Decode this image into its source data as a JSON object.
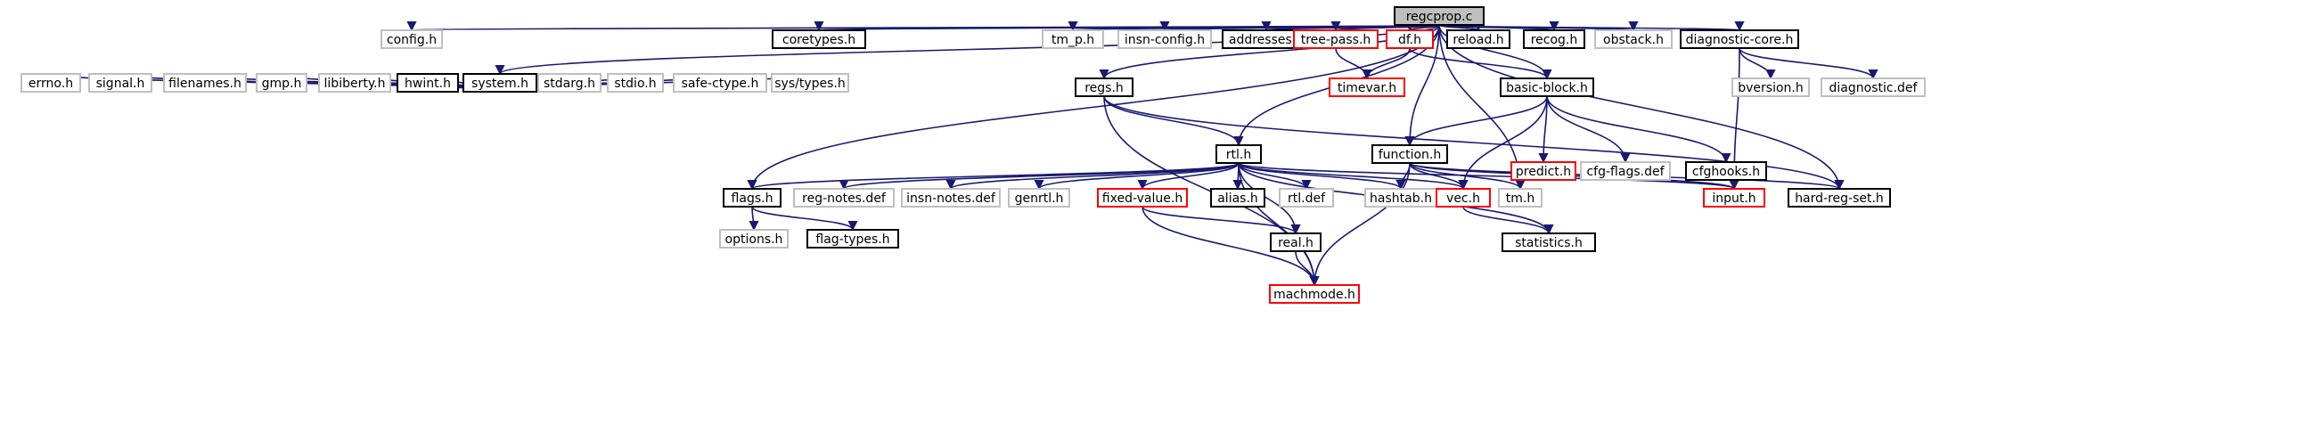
{
  "root": "regcprop.c",
  "nodes": {
    "regcprop_c": {
      "label": "regcprop.c",
      "style": "root"
    },
    "config_h": {
      "label": "config.h",
      "style": "gray"
    },
    "system_h": {
      "label": "system.h",
      "style": "black"
    },
    "coretypes_h": {
      "label": "coretypes.h",
      "style": "black"
    },
    "tm_p_h": {
      "label": "tm_p.h",
      "style": "gray"
    },
    "insn_config_h": {
      "label": "insn-config.h",
      "style": "gray"
    },
    "addresses_h": {
      "label": "addresses.h",
      "style": "black"
    },
    "tree_pass_h": {
      "label": "tree-pass.h",
      "style": "red"
    },
    "df_h": {
      "label": "df.h",
      "style": "red"
    },
    "reload_h": {
      "label": "reload.h",
      "style": "black"
    },
    "recog_h": {
      "label": "recog.h",
      "style": "black"
    },
    "obstack_h": {
      "label": "obstack.h",
      "style": "gray"
    },
    "diagnostic_core_h": {
      "label": "diagnostic-core.h",
      "style": "black"
    },
    "errno_h": {
      "label": "errno.h",
      "style": "gray"
    },
    "signal_h": {
      "label": "signal.h",
      "style": "gray"
    },
    "filenames_h": {
      "label": "filenames.h",
      "style": "gray"
    },
    "gmp_h": {
      "label": "gmp.h",
      "style": "gray"
    },
    "libiberty_h": {
      "label": "libiberty.h",
      "style": "gray"
    },
    "hwint_h": {
      "label": "hwint.h",
      "style": "black"
    },
    "stdarg_h": {
      "label": "stdarg.h",
      "style": "gray"
    },
    "stdio_h": {
      "label": "stdio.h",
      "style": "gray"
    },
    "safe_ctype_h": {
      "label": "safe-ctype.h",
      "style": "gray"
    },
    "sys_types_h": {
      "label": "sys/types.h",
      "style": "gray"
    },
    "regs_h": {
      "label": "regs.h",
      "style": "black"
    },
    "timevar_h": {
      "label": "timevar.h",
      "style": "red"
    },
    "basic_block_h": {
      "label": "basic-block.h",
      "style": "black"
    },
    "bversion_h": {
      "label": "bversion.h",
      "style": "gray"
    },
    "diagnostic_def": {
      "label": "diagnostic.def",
      "style": "gray"
    },
    "rtl_h": {
      "label": "rtl.h",
      "style": "black"
    },
    "function_h": {
      "label": "function.h",
      "style": "black"
    },
    "predict_h": {
      "label": "predict.h",
      "style": "red"
    },
    "cfg_flags_def": {
      "label": "cfg-flags.def",
      "style": "gray"
    },
    "cfghooks_h": {
      "label": "cfghooks.h",
      "style": "black"
    },
    "flags_h": {
      "label": "flags.h",
      "style": "black"
    },
    "reg_notes_def": {
      "label": "reg-notes.def",
      "style": "gray"
    },
    "insn_notes_def": {
      "label": "insn-notes.def",
      "style": "gray"
    },
    "genrtl_h": {
      "label": "genrtl.h",
      "style": "gray"
    },
    "fixed_value_h": {
      "label": "fixed-value.h",
      "style": "red"
    },
    "alias_h": {
      "label": "alias.h",
      "style": "black"
    },
    "rtl_def": {
      "label": "rtl.def",
      "style": "gray"
    },
    "hashtab_h": {
      "label": "hashtab.h",
      "style": "gray"
    },
    "vec_h": {
      "label": "vec.h",
      "style": "red"
    },
    "tm_h": {
      "label": "tm.h",
      "style": "gray"
    },
    "input_h": {
      "label": "input.h",
      "style": "red"
    },
    "hard_reg_set_h": {
      "label": "hard-reg-set.h",
      "style": "black"
    },
    "options_h": {
      "label": "options.h",
      "style": "gray"
    },
    "flag_types_h": {
      "label": "flag-types.h",
      "style": "black"
    },
    "real_h": {
      "label": "real.h",
      "style": "black"
    },
    "statistics_h": {
      "label": "statistics.h",
      "style": "black"
    },
    "machmode_h": {
      "label": "machmode.h",
      "style": "red"
    }
  },
  "edges": [
    [
      "regcprop_c",
      "config_h"
    ],
    [
      "regcprop_c",
      "system_h"
    ],
    [
      "regcprop_c",
      "coretypes_h"
    ],
    [
      "regcprop_c",
      "tm_p_h"
    ],
    [
      "regcprop_c",
      "insn_config_h"
    ],
    [
      "regcprop_c",
      "addresses_h"
    ],
    [
      "regcprop_c",
      "tree_pass_h"
    ],
    [
      "regcprop_c",
      "df_h"
    ],
    [
      "regcprop_c",
      "reload_h"
    ],
    [
      "regcprop_c",
      "recog_h"
    ],
    [
      "regcprop_c",
      "obstack_h"
    ],
    [
      "regcprop_c",
      "diagnostic_core_h"
    ],
    [
      "regcprop_c",
      "regs_h"
    ],
    [
      "regcprop_c",
      "rtl_h"
    ],
    [
      "regcprop_c",
      "flags_h"
    ],
    [
      "regcprop_c",
      "function_h"
    ],
    [
      "regcprop_c",
      "basic_block_h"
    ],
    [
      "regcprop_c",
      "tm_h"
    ],
    [
      "regcprop_c",
      "hard_reg_set_h"
    ],
    [
      "system_h",
      "errno_h"
    ],
    [
      "system_h",
      "signal_h"
    ],
    [
      "system_h",
      "filenames_h"
    ],
    [
      "system_h",
      "gmp_h"
    ],
    [
      "system_h",
      "libiberty_h"
    ],
    [
      "system_h",
      "hwint_h"
    ],
    [
      "system_h",
      "stdarg_h"
    ],
    [
      "system_h",
      "stdio_h"
    ],
    [
      "system_h",
      "safe_ctype_h"
    ],
    [
      "system_h",
      "sys_types_h"
    ],
    [
      "tree_pass_h",
      "timevar_h"
    ],
    [
      "df_h",
      "timevar_h"
    ],
    [
      "df_h",
      "basic_block_h"
    ],
    [
      "diagnostic_core_h",
      "bversion_h"
    ],
    [
      "diagnostic_core_h",
      "diagnostic_def"
    ],
    [
      "diagnostic_core_h",
      "input_h"
    ],
    [
      "regs_h",
      "rtl_h"
    ],
    [
      "regs_h",
      "machmode_h"
    ],
    [
      "regs_h",
      "hard_reg_set_h"
    ],
    [
      "basic_block_h",
      "function_h"
    ],
    [
      "basic_block_h",
      "predict_h"
    ],
    [
      "basic_block_h",
      "cfg_flags_def"
    ],
    [
      "basic_block_h",
      "cfghooks_h"
    ],
    [
      "basic_block_h",
      "vec_h"
    ],
    [
      "rtl_h",
      "flags_h"
    ],
    [
      "rtl_h",
      "reg_notes_def"
    ],
    [
      "rtl_h",
      "insn_notes_def"
    ],
    [
      "rtl_h",
      "genrtl_h"
    ],
    [
      "rtl_h",
      "fixed_value_h"
    ],
    [
      "rtl_h",
      "alias_h"
    ],
    [
      "rtl_h",
      "rtl_def"
    ],
    [
      "rtl_h",
      "hashtab_h"
    ],
    [
      "rtl_h",
      "vec_h"
    ],
    [
      "rtl_h",
      "real_h"
    ],
    [
      "rtl_h",
      "machmode_h"
    ],
    [
      "rtl_h",
      "statistics_h"
    ],
    [
      "rtl_h",
      "input_h"
    ],
    [
      "function_h",
      "hashtab_h"
    ],
    [
      "function_h",
      "vec_h"
    ],
    [
      "function_h",
      "tm_h"
    ],
    [
      "function_h",
      "input_h"
    ],
    [
      "function_h",
      "hard_reg_set_h"
    ],
    [
      "function_h",
      "machmode_h"
    ],
    [
      "flags_h",
      "options_h"
    ],
    [
      "flags_h",
      "flag_types_h"
    ],
    [
      "fixed_value_h",
      "real_h"
    ],
    [
      "fixed_value_h",
      "machmode_h"
    ],
    [
      "real_h",
      "machmode_h"
    ],
    [
      "vec_h",
      "statistics_h"
    ]
  ],
  "colors": {
    "edge": "#191970",
    "black_border": "#000000",
    "gray_border": "#bfbfbf",
    "red_border": "#ff0000",
    "root_fill": "#bfbfbf"
  }
}
